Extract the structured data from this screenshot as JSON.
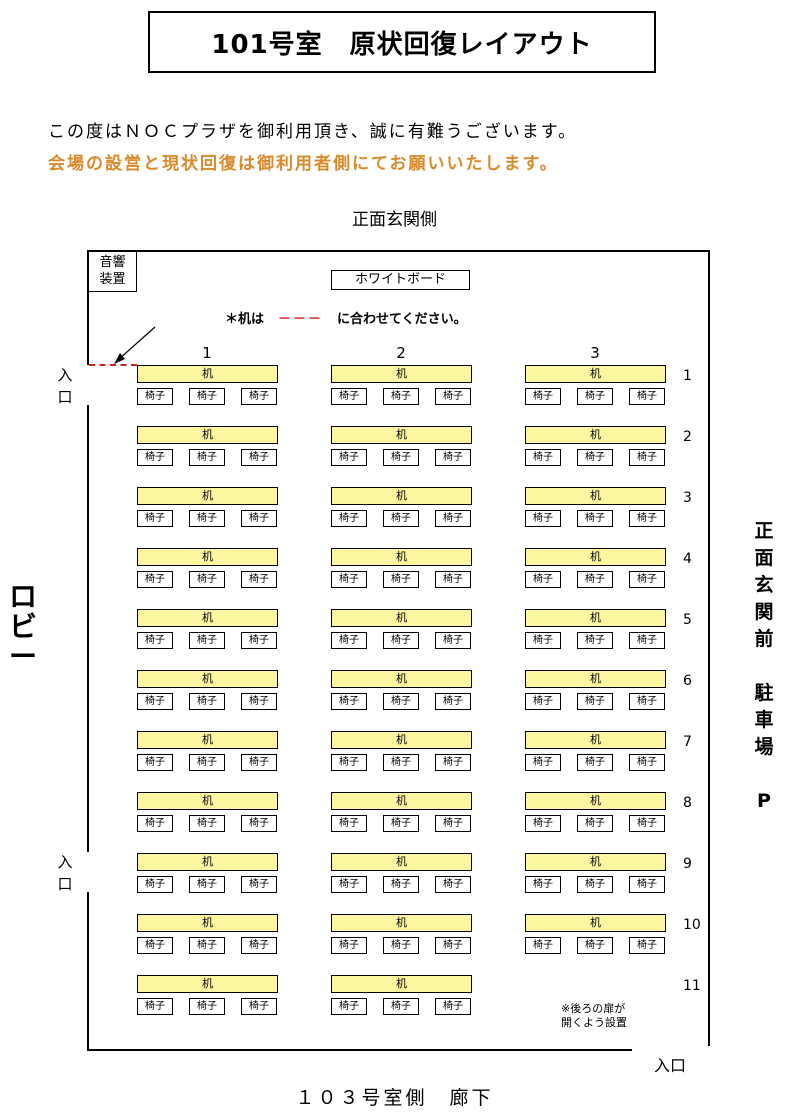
{
  "title": "101号室　原状回復レイアウト",
  "intro_line_1": "この度はＮＯＣプラザを御利用頂き、誠に有難うございます。",
  "intro_line_2": "会場の設営と現状回復は御利用者側にてお願いいたします。",
  "top_side_label": "正面玄関側",
  "bottom_side_label": "１０３号室側　廊下",
  "right_side_label": "正\n面\n玄\n関\n前\n\n駐\n車\n場\n\nP",
  "left_side_label": "ロ\nビ\nー",
  "entrance_label": "入\n口",
  "entrance_bottom_label": "入口",
  "audio_label": "音響\n装置",
  "whiteboard_label": "ホワイトボード",
  "note_prefix": "＊机は",
  "note_dash": "－－－",
  "note_suffix": "に合わせてください。",
  "door_note": "※後ろの扉が\n開くよう設置",
  "desk_label": "机",
  "chair_label": "椅子",
  "columns": [
    "1",
    "2",
    "3"
  ],
  "rows": [
    "1",
    "2",
    "3",
    "4",
    "5",
    "6",
    "7",
    "8",
    "9",
    "10",
    "11"
  ],
  "desks_per_row": [
    3,
    3,
    3,
    3,
    3,
    3,
    3,
    3,
    3,
    3,
    2
  ],
  "chairs_per_desk": 3,
  "colors": {
    "desk_fill": "#fdf6a1",
    "accent_orange": "#d98a2b",
    "dash_red": "#d32020"
  }
}
